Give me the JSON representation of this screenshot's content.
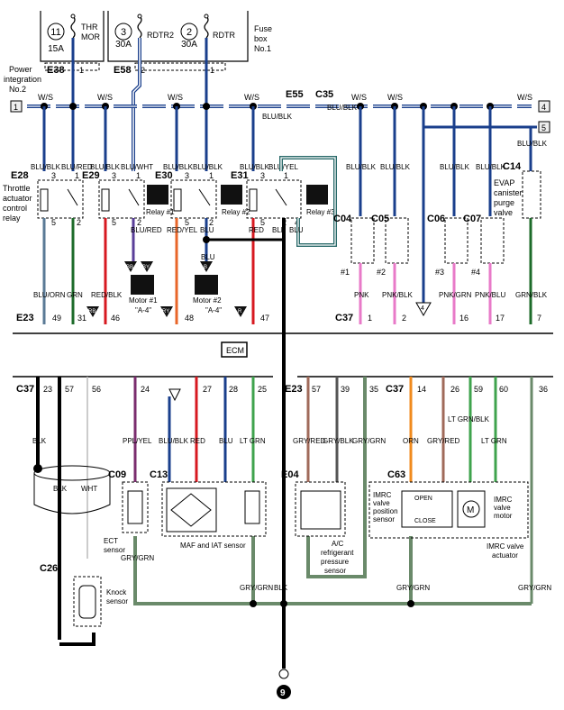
{
  "fuse_box": {
    "fuses": [
      {
        "num": "11",
        "name": "THR MOR",
        "amp": "15A"
      },
      {
        "num": "3",
        "name": "RDTR2",
        "amp": "30A"
      },
      {
        "num": "2",
        "name": "RDTR",
        "amp": "30A"
      }
    ],
    "label_line1": "Fuse",
    "label_line2": "box",
    "label_line3": "No.1"
  },
  "power_integration": {
    "line1": "Power",
    "line2": "integration",
    "line3": "No.2"
  },
  "conn": {
    "E38": "E38",
    "E58": "E58",
    "E55": "E55",
    "C35": "C35",
    "E28": "E28",
    "E29": "E29",
    "E30": "E30",
    "E31": "E31",
    "C14": "C14",
    "C04": "C04",
    "C05": "C05",
    "C06": "C06",
    "C07": "C07",
    "E23": "E23",
    "C37": "C37",
    "C09": "C09",
    "C13": "C13",
    "E04": "E04",
    "C63": "C63",
    "C26": "C26"
  },
  "ground": "9",
  "refs": {
    "r1": "1",
    "r4": "4",
    "r5": "5",
    "r4b": "4"
  },
  "wires": {
    "ws": "W/S",
    "blublk": "BLU/BLK",
    "blured": "BLU/RED",
    "bluwht": "BLU/WHT",
    "bluyel": "BLU/YEL",
    "redyel": "RED/YEL",
    "blu": "BLU",
    "red": "RED",
    "blk": "BLK",
    "bluorn": "BLU/ORN",
    "grn": "GRN",
    "redblk": "RED/BLK",
    "pnk": "PNK",
    "pnkblk": "PNK/BLK",
    "pnkgrn": "PNK/GRN",
    "pnkblu": "PNK/BLU",
    "grnblk": "GRN/BLK",
    "wht": "WHT",
    "pplyel": "PPL/YEL",
    "ltgrn": "LT GRN",
    "gryred": "GRY/RED",
    "gryblk": "GRY/BLK",
    "grygrn": "GRY/GRN",
    "orn": "ORN",
    "ltgrnblk": "LT GRN/BLK"
  },
  "labels": {
    "thr_relay": [
      "Throttle",
      "actuator",
      "control",
      "relay"
    ],
    "relay1": "Relay #1",
    "relay2": "Relay #2",
    "relay3": "Relay #3",
    "motor1": "Motor #1",
    "motor2": "Motor #2",
    "a4": "\"A-4\"",
    "evap": [
      "EVAP",
      "canister",
      "purge",
      "valve"
    ],
    "inj": [
      "#1",
      "#2",
      "#3",
      "#4"
    ],
    "ecm": "ECM",
    "ect": [
      "ECT",
      "sensor"
    ],
    "maf": "MAF and IAT sensor",
    "ac": [
      "A/C",
      "refrigerant",
      "pressure",
      "sensor"
    ],
    "imrc_pos": [
      "IMRC",
      "valve",
      "position",
      "sensor"
    ],
    "imrc_mot": [
      "IMRC",
      "valve",
      "motor"
    ],
    "imrc_act": [
      "IMRC valve",
      "actuator"
    ],
    "open": "OPEN",
    "close": "CLOSE",
    "knock": [
      "Knock",
      "sensor"
    ],
    "bb": "BB",
    "by": "BY",
    "b": "B",
    "rb": "RB",
    "ry": "RY",
    "r": "R"
  },
  "pins_top": {
    "e38": "1",
    "e58": "2",
    "e58b": "1"
  },
  "pins_e23": [
    "49",
    "31",
    "46",
    "48",
    "47"
  ],
  "pins_c37a": [
    "1",
    "2",
    "16",
    "17",
    "7"
  ],
  "pins_c37b": [
    "23",
    "57",
    "56",
    "24"
  ],
  "pins_e23b": [
    "27",
    "28",
    "25"
  ],
  "pins_mid": [
    "57",
    "39",
    "35"
  ],
  "pins_c37c": [
    "14",
    "26",
    "59",
    "60",
    "36"
  ]
}
